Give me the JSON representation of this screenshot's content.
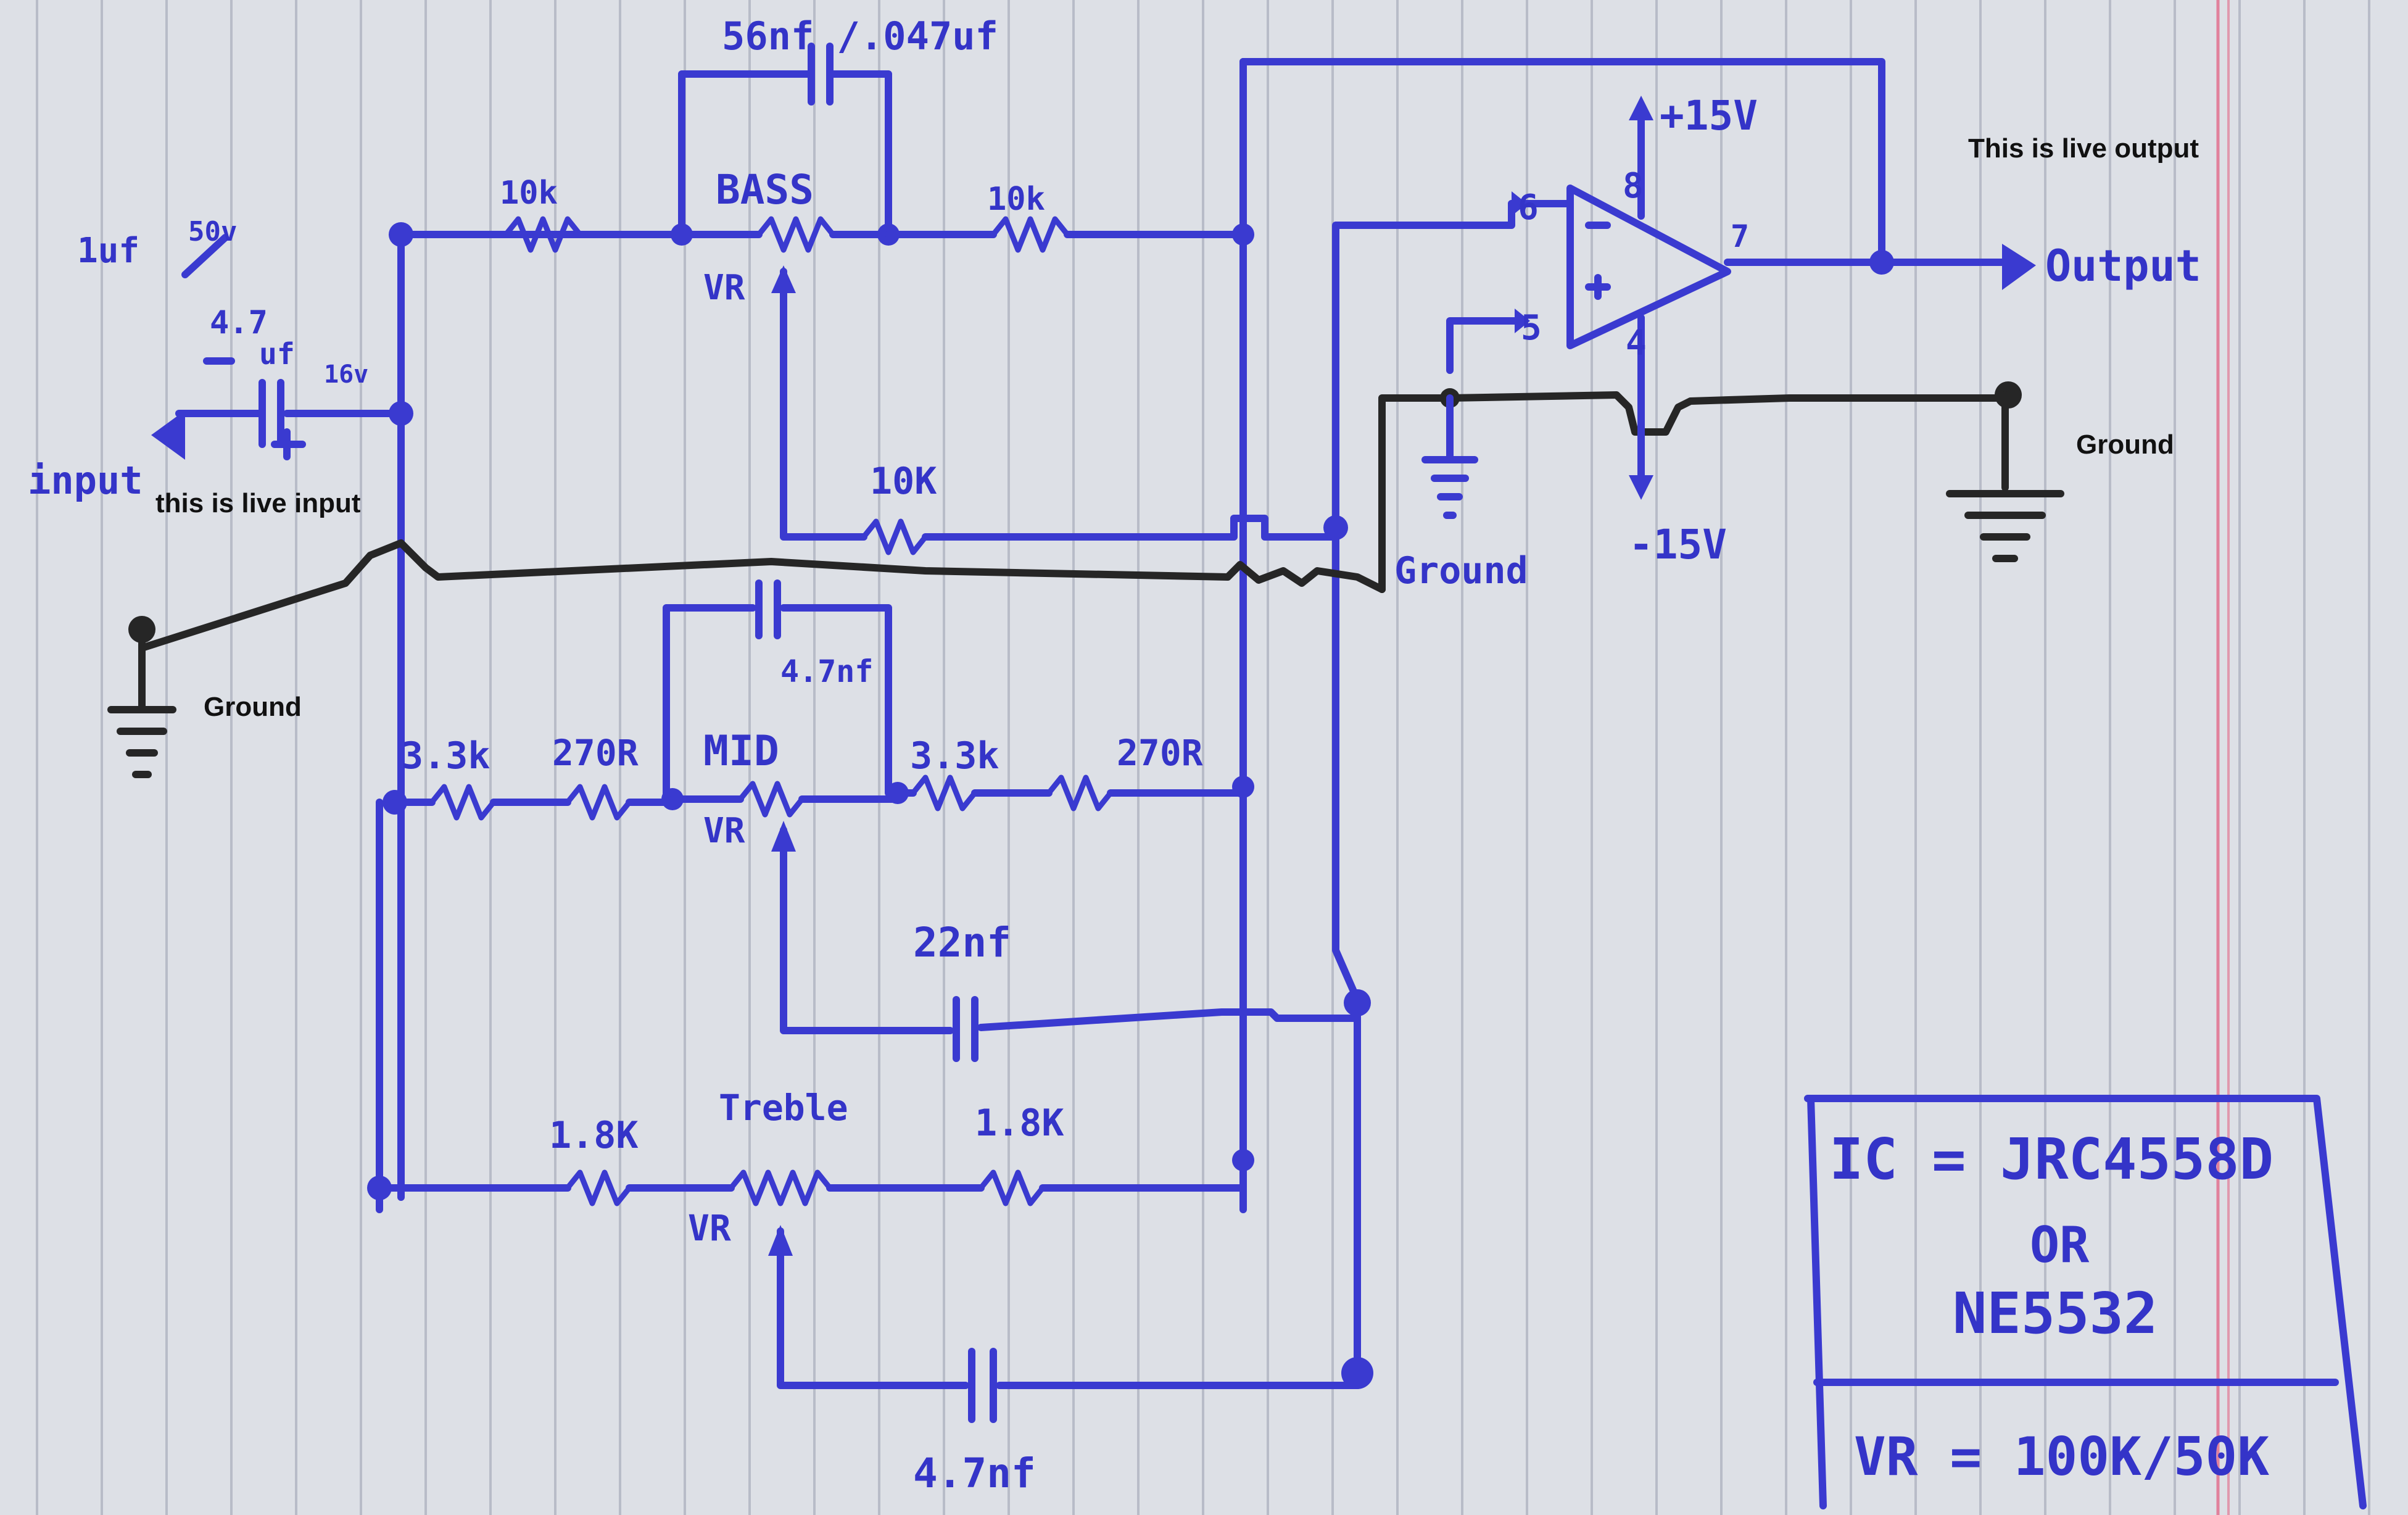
{
  "labels": {
    "cap_top": "56nf /.047uf",
    "bass": "BASS",
    "res_10k_a": "10k",
    "res_10k_b": "10k",
    "res_10k_c": "10K",
    "vr_bass": "VR",
    "cap_in_a": "1uf",
    "cap_in_b": "50v",
    "cap_in_c": "4.7",
    "cap_in_d": "uf",
    "cap_in_e": "16v",
    "input": "input",
    "live_input": "this is live input",
    "ground_left": "Ground",
    "cap_mid": "4.7nf",
    "res_3k3_a": "3.3k",
    "res_270_a": "270R",
    "mid": "MID",
    "res_3k3_b": "3.3k",
    "res_270_b": "270R",
    "vr_mid": "VR",
    "cap_22nf": "22nf",
    "res_1k8_a": "1.8K",
    "treble": "Treble",
    "res_1k8_b": "1.8K",
    "vr_treble": "VR",
    "cap_bottom": "4.7nf",
    "plus15": "+15V",
    "pin8": "8",
    "pin6": "6",
    "pin5": "5",
    "pin7": "7",
    "pin4": "4",
    "minus15": "-15V",
    "ground_mid": "Ground",
    "ground_right": "Ground",
    "live_output": "This is live output",
    "output": "Output",
    "ic_line1": "IC = JRC4558D",
    "ic_line2": "OR",
    "ic_line3": "NE5532",
    "vr_value": "VR = 100K/50K"
  },
  "colors": {
    "ink": "#3a3ad0",
    "ground_ink": "#262626",
    "paper": "#dde0e6",
    "margin": "#e26a8a"
  }
}
